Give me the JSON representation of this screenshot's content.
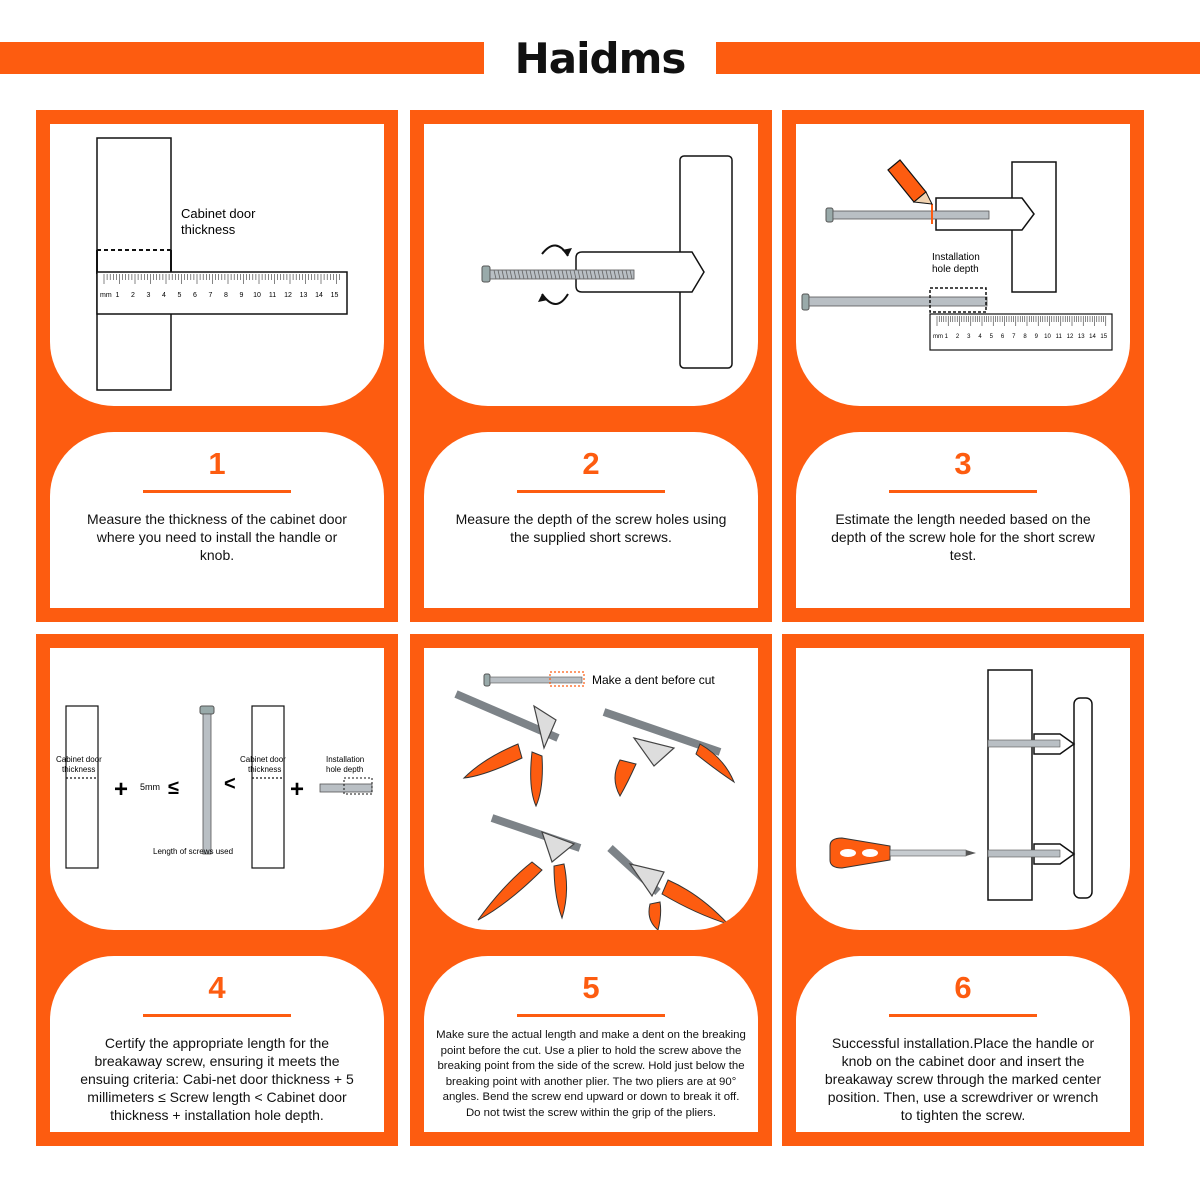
{
  "brand": {
    "logo_text": "Haidms",
    "accent": "#fd5c10"
  },
  "steps": [
    {
      "number": "1",
      "labels": [
        "Cabinet door",
        "thickness"
      ],
      "unit": "mm",
      "description": "Measure the thickness of the cabinet door where you need to install the handle or knob."
    },
    {
      "number": "2",
      "description": "Measure the depth of the screw holes using the supplied short screws."
    },
    {
      "number": "3",
      "labels": [
        "Installation",
        "hole depth"
      ],
      "unit": "mm",
      "description": "Estimate the length needed based on the depth of the screw hole for the short screw test."
    },
    {
      "number": "4",
      "labels": {
        "door_a": [
          "Cabinet door",
          "thickness"
        ],
        "five_mm": "5mm",
        "door_b": [
          "Cabinet door",
          "thickness"
        ],
        "hole": [
          "Installation",
          "hole depth"
        ],
        "screws": "Length of screws used",
        "plus": "+",
        "le": "≤",
        "lt": "<"
      },
      "description": "Certify the appropriate length for the breakaway screw, ensuring it meets the ensuing criteria: Cabi-net door thickness + 5 millimeters ≤ Screw length < Cabinet door thickness + installation hole depth."
    },
    {
      "number": "5",
      "labels": {
        "dent": "Make a dent before cut"
      },
      "description": "Make sure the actual length and make a dent on the breaking point before the cut. Use a plier to hold the screw above the breaking point from the side of the screw. Hold just below the breaking point with another plier. The two pliers are at 90° angles. Bend the screw end upward or down to break it off. Do not twist the screw within the grip of the pliers."
    },
    {
      "number": "6",
      "description": "Successful installation.Place the handle or knob on the cabinet door and insert the breakaway screw through the marked center position. Then, use a screwdriver or wrench to tighten the screw."
    }
  ],
  "ruler_ticks": [
    "1",
    "2",
    "3",
    "4",
    "5",
    "6",
    "7",
    "8",
    "9",
    "10",
    "11",
    "12",
    "13",
    "14",
    "15"
  ]
}
